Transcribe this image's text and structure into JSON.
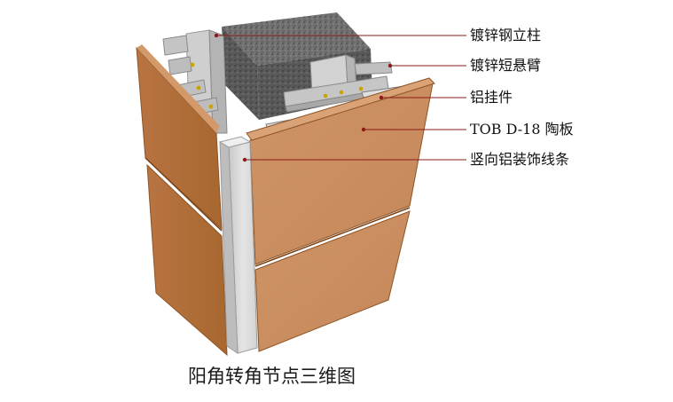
{
  "labels": {
    "steel_column": "镀锌钢立柱",
    "short_arm": "镀锌短悬臂",
    "aluminum_hanger": "铝挂件",
    "terracotta_panel": "TOB D-18 陶板",
    "vertical_trim": "竖向铝装饰线条"
  },
  "caption": "阳角转角节点三维图",
  "colors": {
    "panel": "#c98d5c",
    "panel_dark": "#b77845",
    "panel_edge": "#9c5f31",
    "trim": "#dcdcdc",
    "concrete": "#6d6d6d",
    "steel": "#c8c8c8",
    "leader_line": "#8b1a1a"
  }
}
